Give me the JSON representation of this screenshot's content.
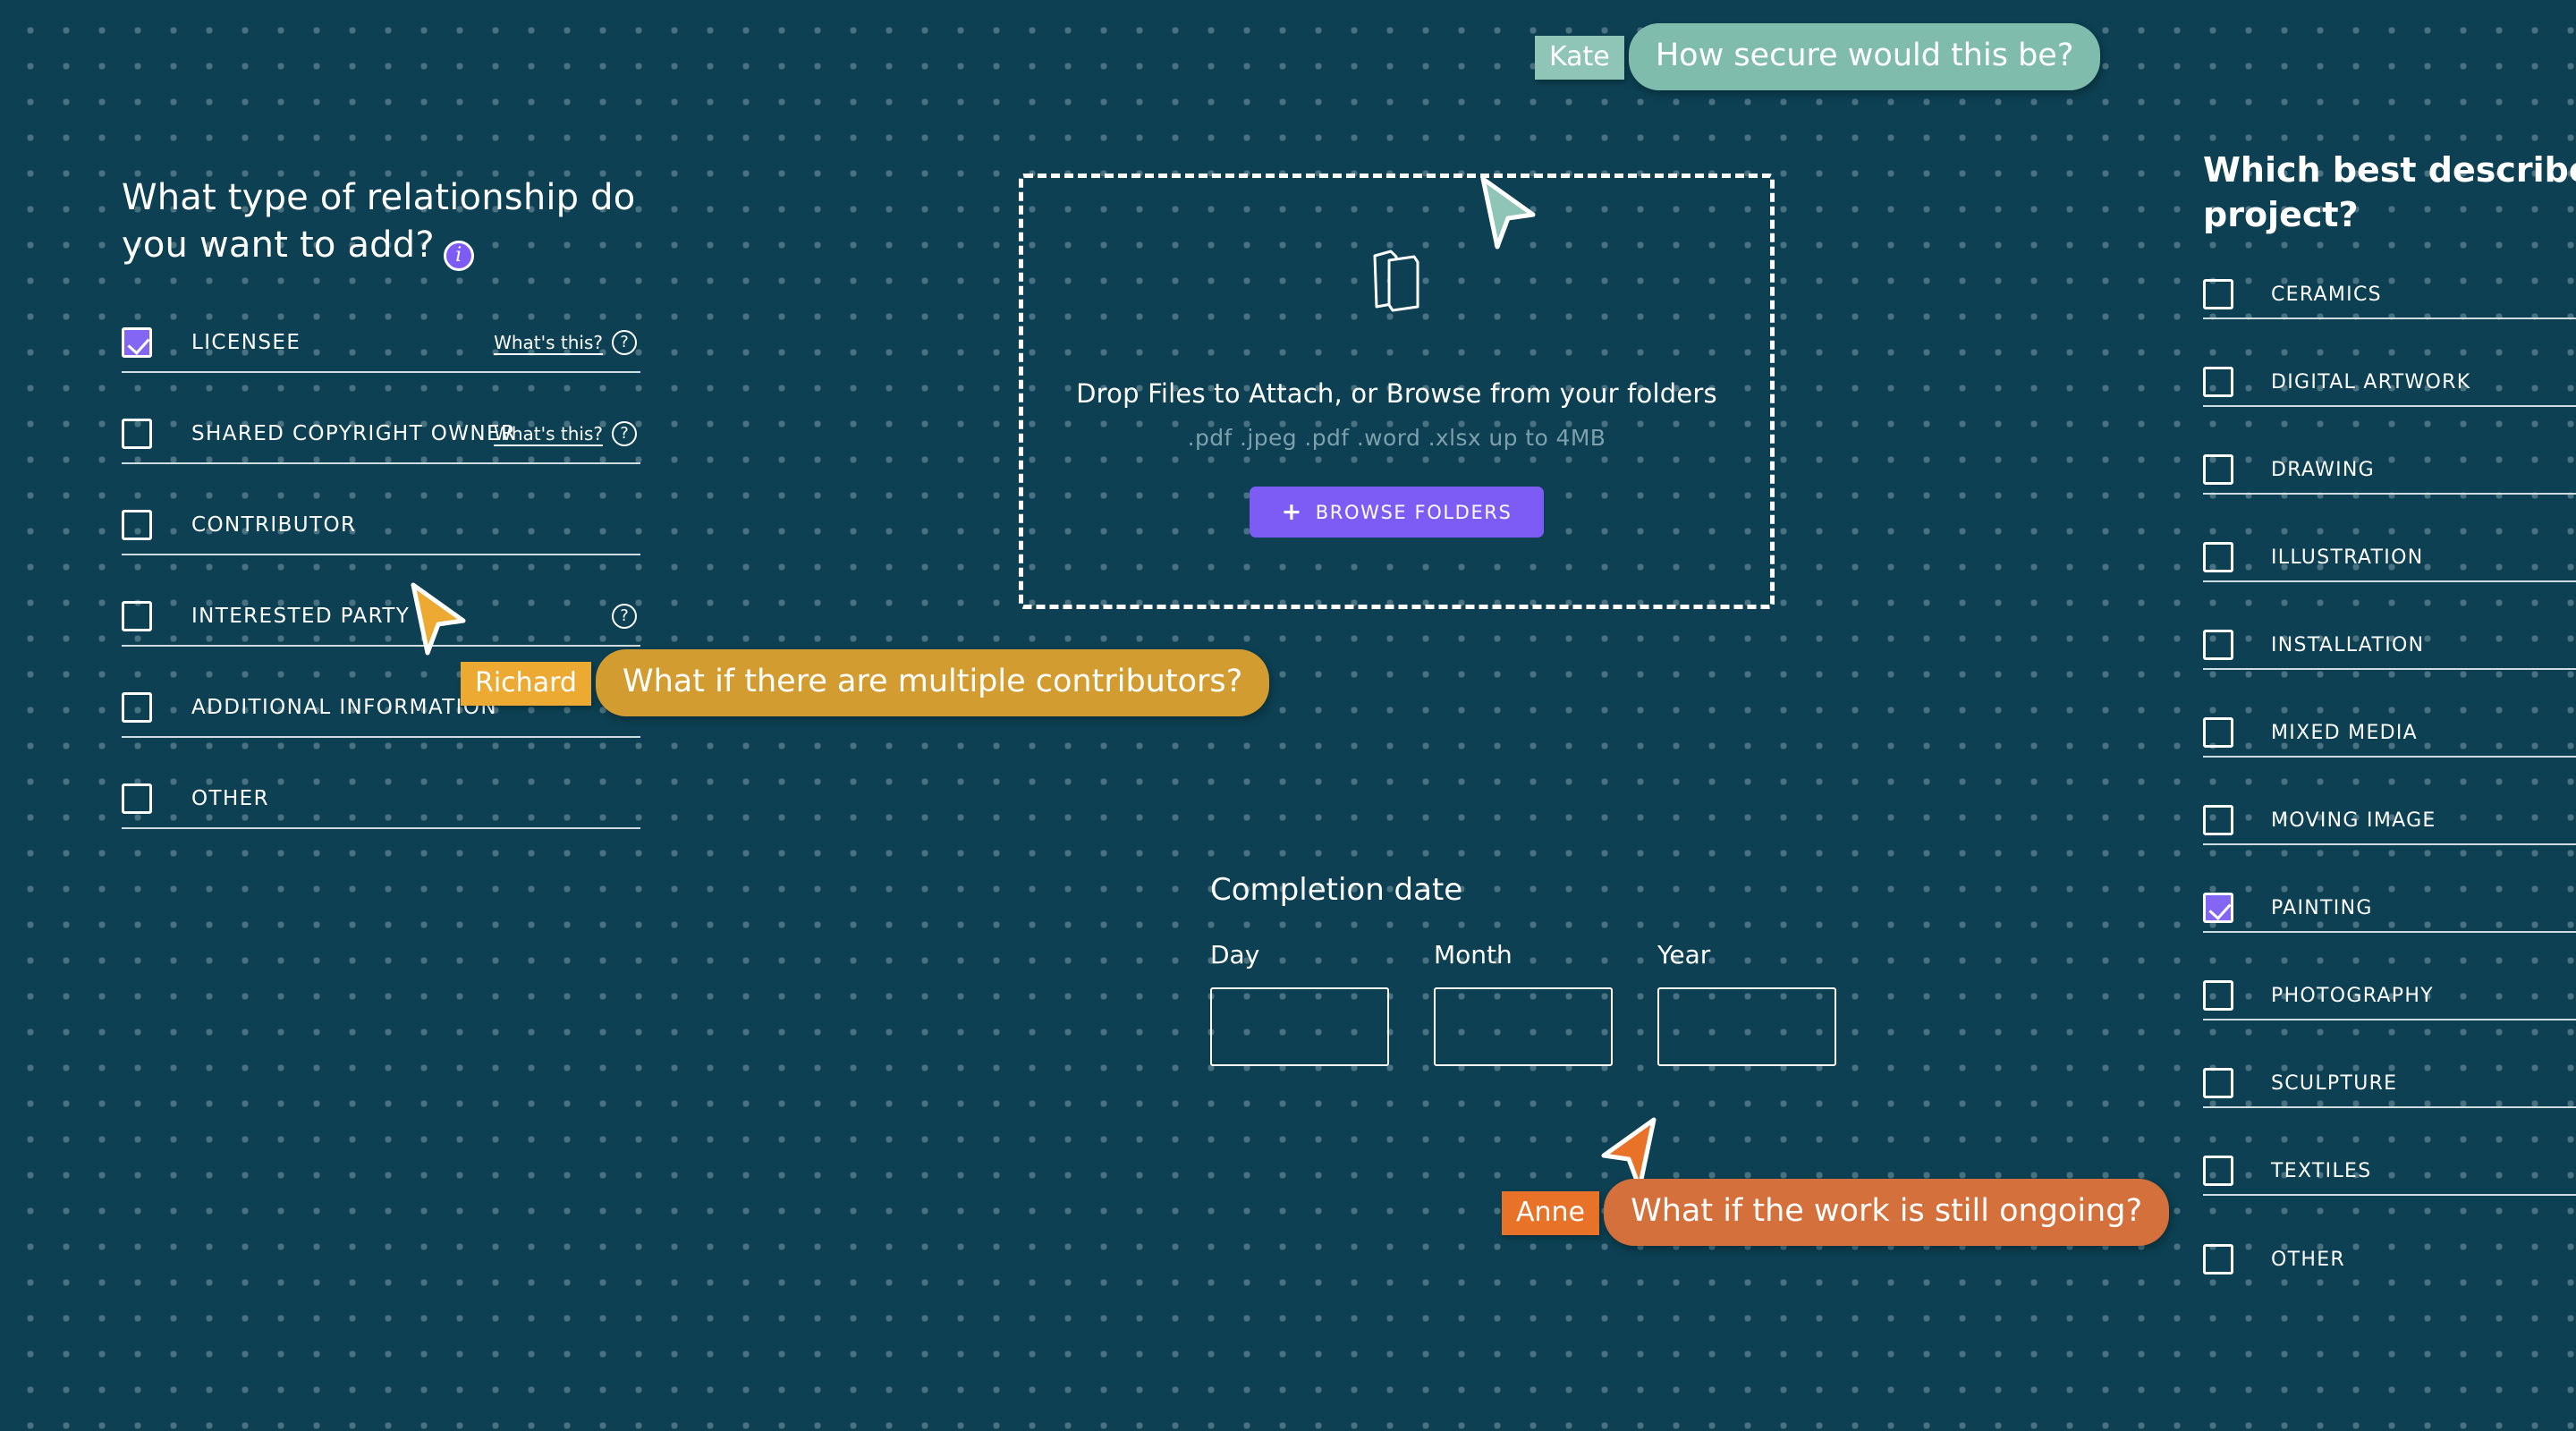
{
  "background": {
    "color": "#0c4052",
    "dot_color": "#4a717f"
  },
  "accent_colors": {
    "purple": "#7c5cf5",
    "checkbox_purple": "#8466f5",
    "teal_comment": "#7fbcac",
    "yellow_comment": "#d39c30",
    "orange_comment": "#d4703c"
  },
  "relationship": {
    "heading_line1": "What type of relationship do",
    "heading_line2": "you want to add?",
    "info_icon": "i",
    "items": [
      {
        "label": "LICENSEE",
        "checked": true,
        "help": "What's this?",
        "help_icon": "?"
      },
      {
        "label": "SHARED COPYRIGHT OWNER",
        "checked": false,
        "help": "What's this?",
        "help_icon": "?"
      },
      {
        "label": "CONTRIBUTOR",
        "checked": false,
        "help": "",
        "help_icon": ""
      },
      {
        "label": "INTERESTED PARTY",
        "checked": false,
        "help": "",
        "help_icon": "?"
      },
      {
        "label": "ADDITIONAL INFORMATION",
        "checked": false,
        "help": "",
        "help_icon": ""
      },
      {
        "label": "OTHER",
        "checked": false,
        "help": "",
        "help_icon": ""
      }
    ]
  },
  "dropzone": {
    "title": "Drop Files to Attach, or Browse from your folders",
    "formats": ".pdf .jpeg .pdf .word .xlsx up to 4MB",
    "button_label": "BROWSE FOLDERS",
    "button_plus": "+"
  },
  "completion_date": {
    "title": "Completion date",
    "fields": [
      {
        "label": "Day",
        "value": "",
        "placeholder": ""
      },
      {
        "label": "Month",
        "value": "",
        "placeholder": ""
      },
      {
        "label": "Year",
        "value": "",
        "placeholder": ""
      }
    ]
  },
  "project_type": {
    "heading_line1": "Which best describes yo",
    "heading_line2": "project?",
    "items": [
      {
        "label": "CERAMICS",
        "checked": false
      },
      {
        "label": "DIGITAL ARTWORK",
        "checked": false
      },
      {
        "label": "DRAWING",
        "checked": false
      },
      {
        "label": "ILLUSTRATION",
        "checked": false
      },
      {
        "label": "INSTALLATION",
        "checked": false
      },
      {
        "label": "MIXED MEDIA",
        "checked": false
      },
      {
        "label": "MOVING IMAGE",
        "checked": false
      },
      {
        "label": "PAINTING",
        "checked": true
      },
      {
        "label": "PHOTOGRAPHY",
        "checked": false
      },
      {
        "label": "SCULPTURE",
        "checked": false
      },
      {
        "label": "TEXTILES",
        "checked": false
      },
      {
        "label": "OTHER",
        "checked": false
      }
    ]
  },
  "comments": {
    "kate": {
      "name": "Kate",
      "text": "How secure would this be?"
    },
    "richard": {
      "name": "Richard",
      "text": "What if there are multiple contributors?"
    },
    "anne": {
      "name": "Anne",
      "text": "What if the work is still ongoing?"
    }
  }
}
